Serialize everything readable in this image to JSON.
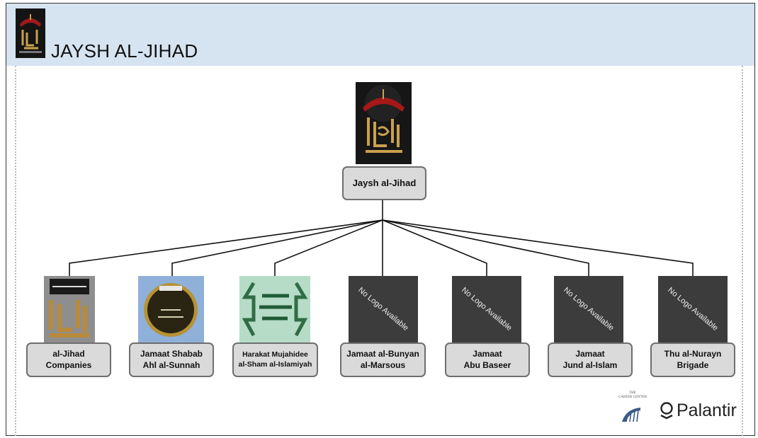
{
  "header": {
    "title": "JAYSH AL-JIHAD"
  },
  "root": {
    "label": "Jaysh al-Jihad"
  },
  "children": [
    {
      "label": "al-Jihad\nCompanies",
      "logo": "image"
    },
    {
      "label": "Jamaat Shabab\nAhl al-Sunnah",
      "logo": "image"
    },
    {
      "label": "Harakat Mujahidee\nal-Sham al-Islamiyah",
      "logo": "image"
    },
    {
      "label": "Jamaat al-Bunyan\nal-Marsous",
      "logo": "No Logo Available"
    },
    {
      "label": "Jamaat\nAbu Baseer",
      "logo": "No Logo Available"
    },
    {
      "label": "Jamaat\nJund al-Islam",
      "logo": "No Logo Available"
    },
    {
      "label": "Thu al-Nurayn\nBrigade",
      "logo": "No Logo Available"
    }
  ],
  "footer": {
    "carter_center_small": "THE\nCARTER CENTER",
    "palantir": "Palantir"
  },
  "colors": {
    "header_bg": "#d6e4f1",
    "box_bg": "#dadada",
    "box_border": "#6f6f6f",
    "nologo_bg": "#3c3c3c"
  }
}
